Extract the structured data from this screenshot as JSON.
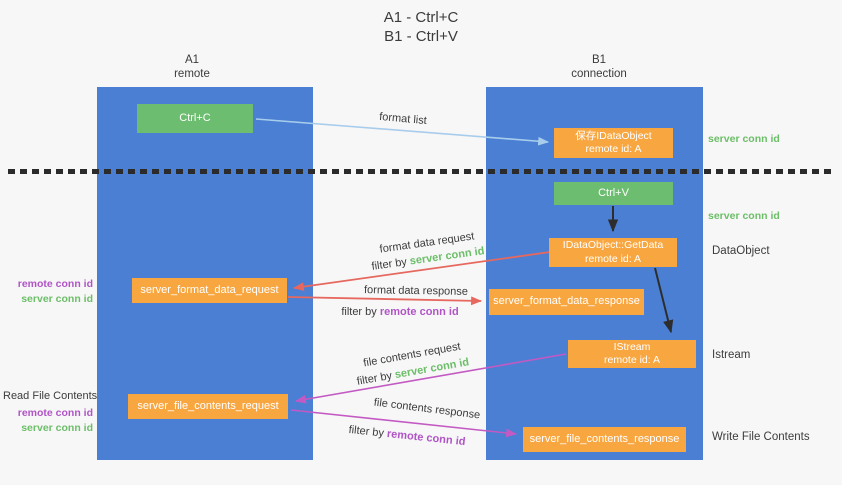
{
  "title": {
    "line1": "A1 - Ctrl+C",
    "line2": "B1 - Ctrl+V"
  },
  "lanes": {
    "left": {
      "name": "A1",
      "role": "remote"
    },
    "right": {
      "name": "B1",
      "role": "connection"
    }
  },
  "nodes": {
    "ctrl_c": {
      "label": "Ctrl+C"
    },
    "save_dataobject": {
      "line1": "保存IDataObject",
      "line2": "remote id: A"
    },
    "ctrl_v": {
      "label": "Ctrl+V"
    },
    "getdata": {
      "line1": "IDataObject::GetData",
      "line2": "remote id: A"
    },
    "server_format_data_request": {
      "label": "server_format_data_request"
    },
    "server_format_data_response": {
      "label": "server_format_data_response"
    },
    "istream": {
      "line1": "IStream",
      "line2": "remote id: A"
    },
    "server_file_contents_request": {
      "label": "server_file_contents_request"
    },
    "server_file_contents_response": {
      "label": "server_file_contents_response"
    }
  },
  "edge_labels": {
    "format_list": "format list",
    "format_data_request": "format data request",
    "format_data_response": "format data response",
    "file_contents_request": "file contents request",
    "file_contents_response": "file contents response",
    "filter_by": "filter by",
    "server_conn_id": "server conn id",
    "remote_conn_id": "remote conn id"
  },
  "margin_labels": {
    "left": {
      "remote_conn_id_1": "remote conn id",
      "server_conn_id_1": "server conn id",
      "read_file_contents": "Read File Contents",
      "remote_conn_id_2": "remote conn id",
      "server_conn_id_2": "server conn id"
    },
    "right": {
      "server_conn_id_1": "server conn id",
      "server_conn_id_2": "server conn id",
      "dataobject": "DataObject",
      "istream": "Istream",
      "write_file_contents": "Write File Contents"
    }
  },
  "colors": {
    "lane_blue": "#4a7fd3",
    "box_green": "#6cbd6f",
    "box_orange": "#f8a640",
    "arrow_light_blue": "#a8cdec",
    "arrow_black": "#2d2d2d",
    "arrow_red": "#e6685e",
    "arrow_magenta": "#c35ac3",
    "text_green": "#6cbe68",
    "text_purple": "#b054c6",
    "text_dark": "#3c3c3c"
  }
}
